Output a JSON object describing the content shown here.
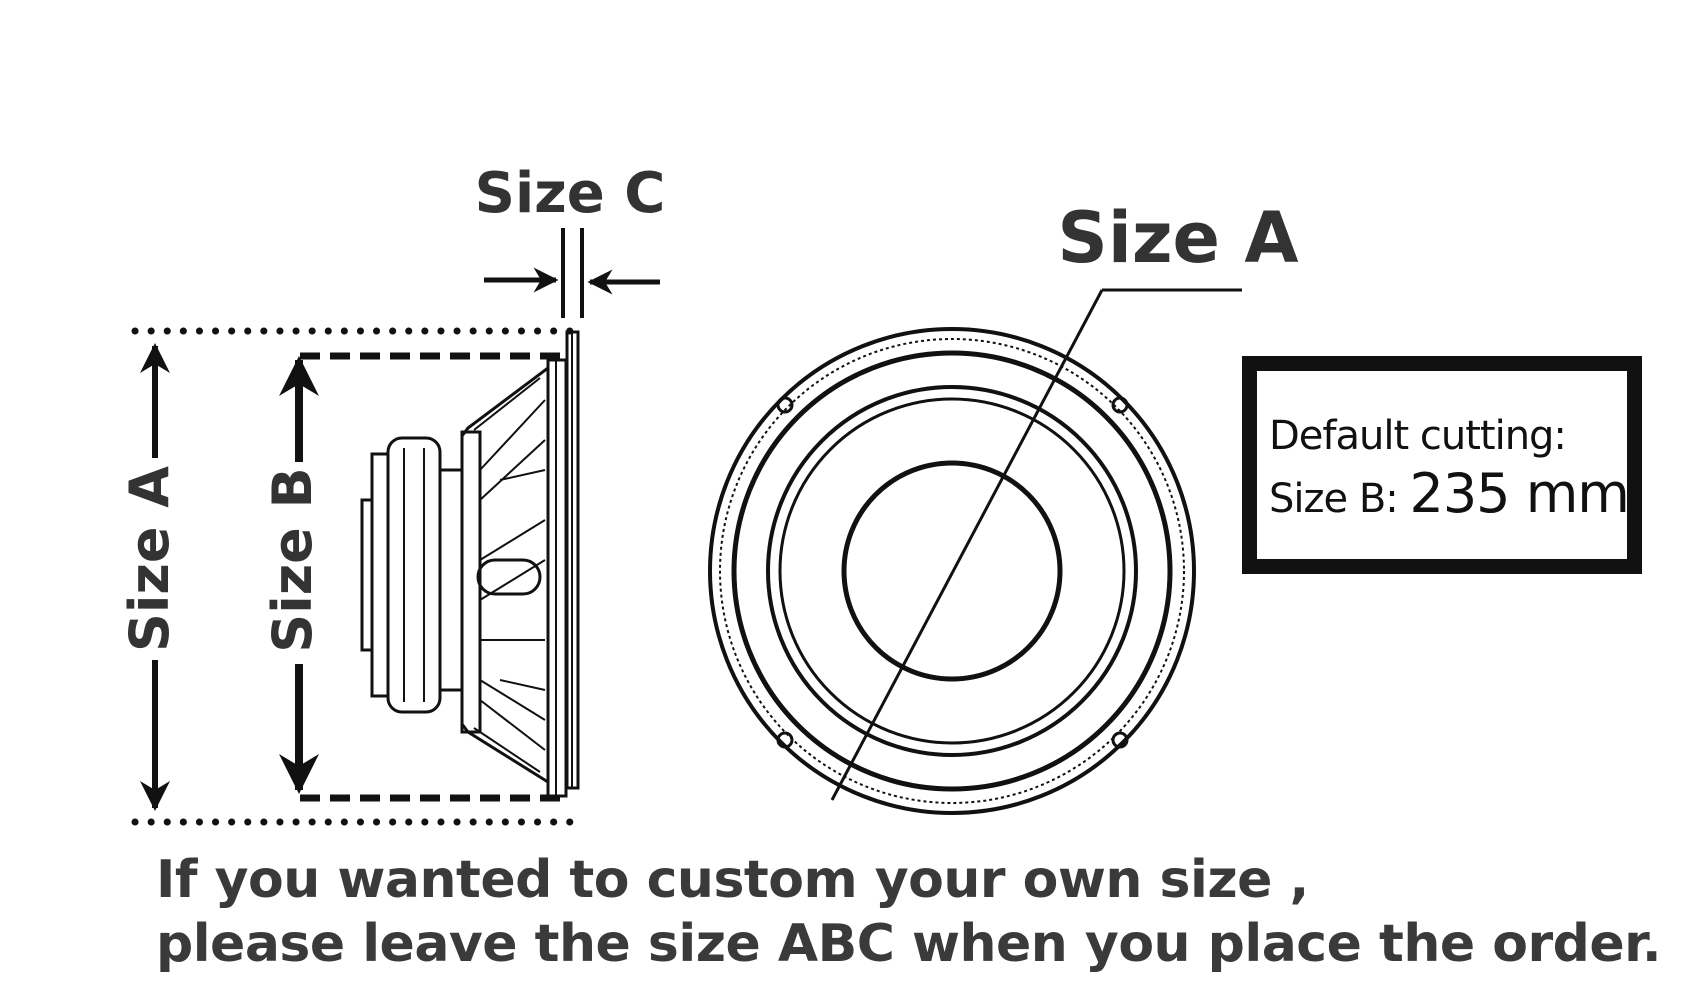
{
  "labels": {
    "size_a": "Size A",
    "size_b": "Size B",
    "size_c": "Size C"
  },
  "info_box": {
    "line1": "Default cutting:",
    "line2_prefix": "Size B: ",
    "line2_value": "235 mm"
  },
  "caption": {
    "line1": "If you wanted to custom your own size ,",
    "line2": "please leave the size ABC when you place the order."
  },
  "colors": {
    "ink": "#111111",
    "label_text": "#333333",
    "caption_text": "#3a3a3a",
    "background": "#ffffff"
  }
}
